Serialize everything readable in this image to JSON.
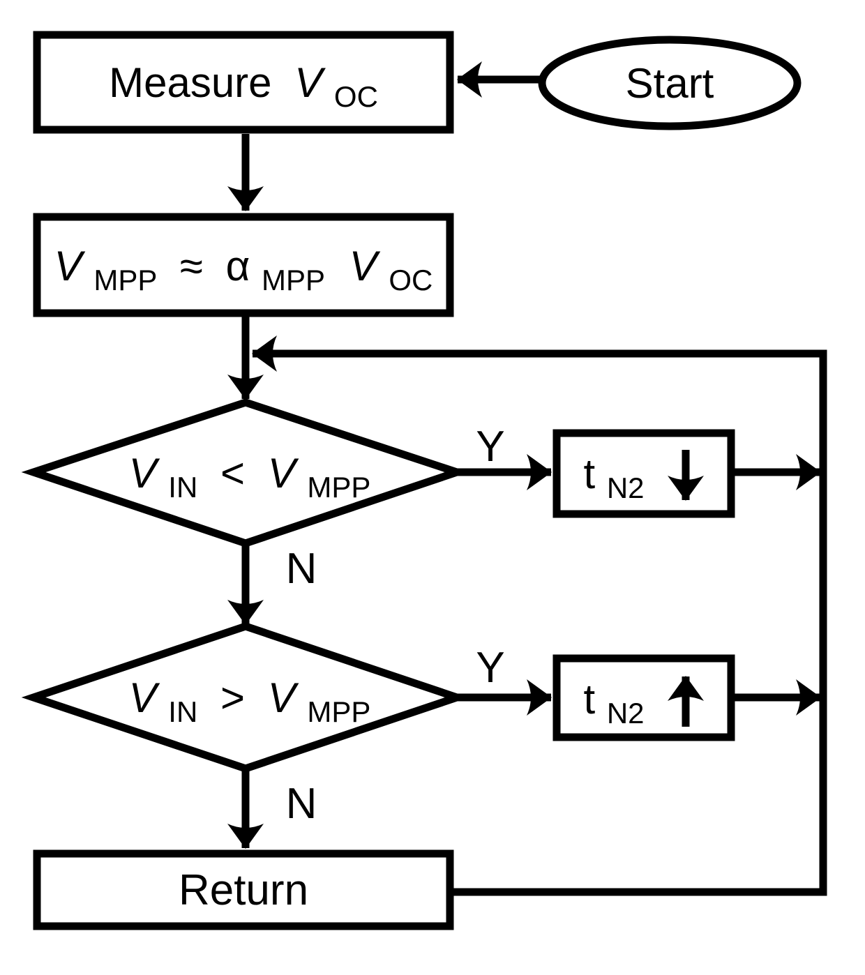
{
  "colors": {
    "ink": "#000000",
    "paper": "#ffffff"
  },
  "nodes": {
    "start": {
      "label": "Start"
    },
    "measure_voc": {
      "text": "Measure",
      "var": "V",
      "var_sub": "OC"
    },
    "estimate_vmpp": {
      "lhs": "V",
      "lhs_sub": "MPP",
      "op": "≈",
      "coeff": "α",
      "coeff_sub": "MPP",
      "rhs": "V",
      "rhs_sub": "OC"
    },
    "check_vin_lt_vmpp": {
      "lhs": "V",
      "lhs_sub": "IN",
      "op": "<",
      "rhs": "V",
      "rhs_sub": "MPP"
    },
    "decrease_tn2": {
      "var": "t",
      "var_sub": "N2",
      "icon": "down-arrow"
    },
    "check_vin_gt_vmpp": {
      "lhs": "V",
      "lhs_sub": "IN",
      "op": ">",
      "rhs": "V",
      "rhs_sub": "MPP"
    },
    "increase_tn2": {
      "var": "t",
      "var_sub": "N2",
      "icon": "up-arrow"
    },
    "return": {
      "label": "Return"
    }
  },
  "edge_labels": {
    "decision1_yes": "Y",
    "decision1_no": "N",
    "decision2_yes": "Y",
    "decision2_no": "N"
  }
}
